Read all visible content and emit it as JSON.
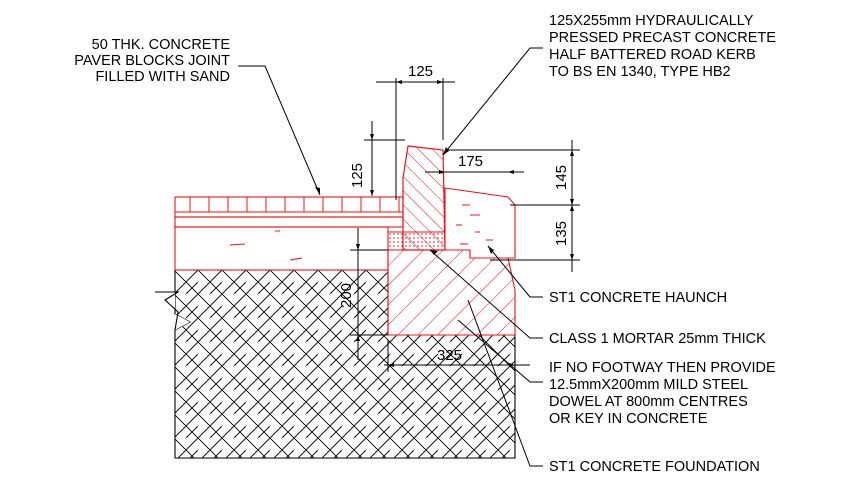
{
  "labels": {
    "paver": [
      "50 THK. CONCRETE",
      "PAVER BLOCKS JOINT",
      "FILLED WITH SAND"
    ],
    "kerb": [
      "125X255mm HYDRAULICALLY",
      "PRESSED PRECAST CONCRETE",
      "HALF BATTERED ROAD KERB",
      "TO BS EN 1340, TYPE HB2"
    ],
    "haunch": "ST1 CONCRETE HAUNCH",
    "mortar": "CLASS 1 MORTAR 25mm THICK",
    "dowel": [
      "IF NO FOOTWAY THEN PROVIDE",
      "12.5mmX200mm MILD STEEL",
      "DOWEL AT 800mm CENTRES",
      "OR KEY IN CONCRETE"
    ],
    "foundation": "ST1 CONCRETE FOUNDATION"
  },
  "dimensions": {
    "kerb_width": "125",
    "kerb_upstand": "125",
    "haunch_width": "175",
    "haunch_top": "145",
    "haunch_height": "135",
    "foundation_depth": "200",
    "foundation_width": "325"
  },
  "colors": {
    "concrete_linework": "#e8141b",
    "annotation_linework": "#000000",
    "background": "#ffffff"
  }
}
